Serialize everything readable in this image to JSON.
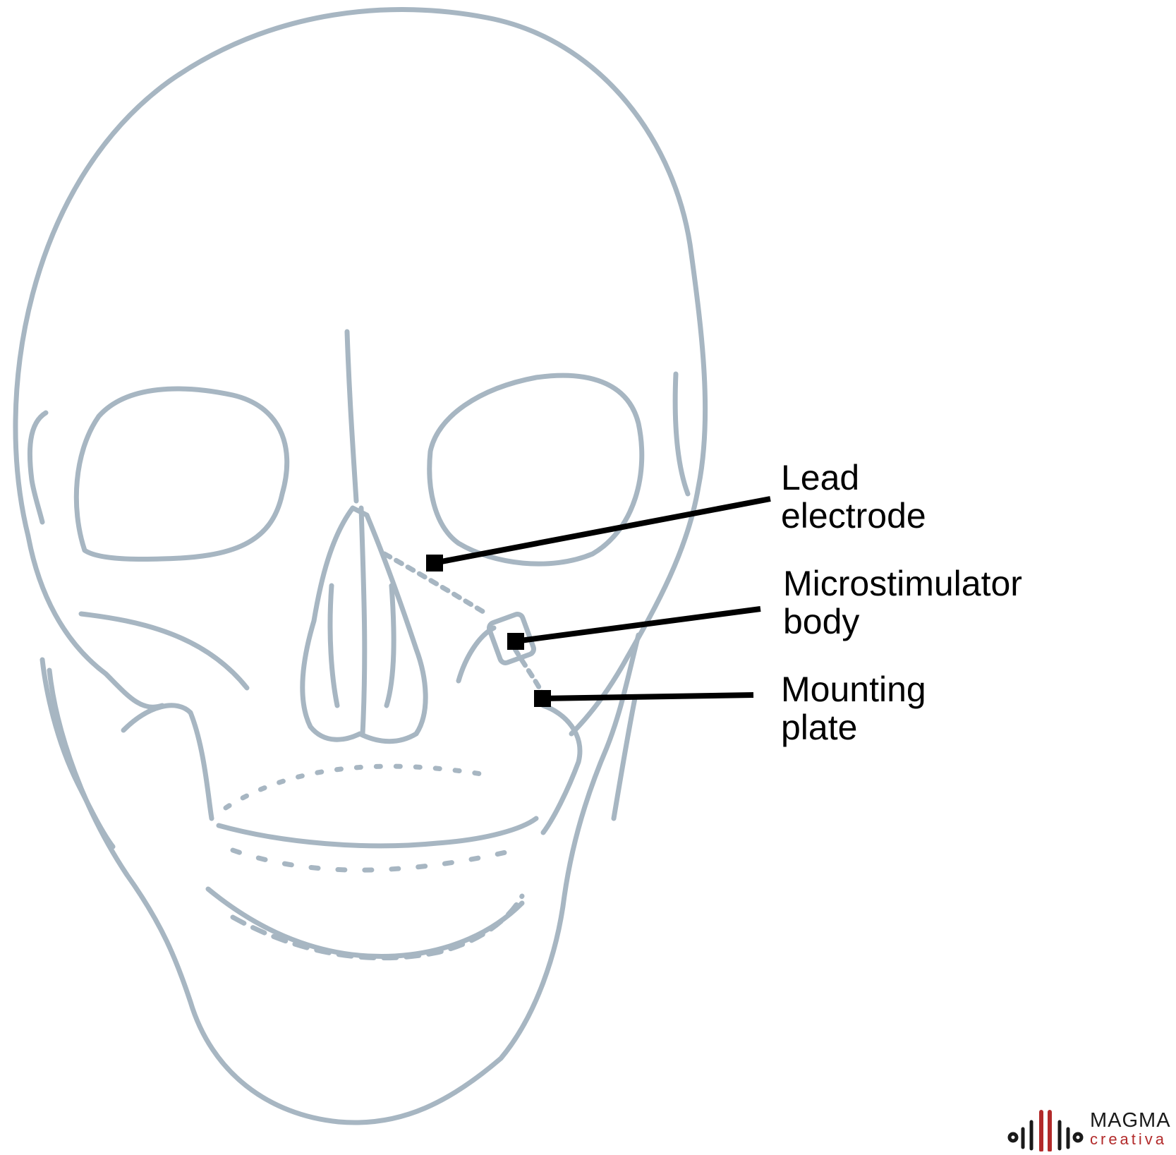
{
  "colors": {
    "skull_line": "#a7b6c2",
    "callout": "#000000",
    "logo_red": "#b22a2a",
    "logo_dark": "#1a1a1a"
  },
  "labels": {
    "lead_electrode": {
      "line1": "Lead",
      "line2": "electrode"
    },
    "microstimulator_body": {
      "line1": "Microstimulator",
      "line2": "body"
    },
    "mounting_plate": {
      "line1": "Mounting",
      "line2": "plate"
    }
  },
  "logo": {
    "word_top": "MAGMA",
    "word_bottom": "creativa"
  }
}
